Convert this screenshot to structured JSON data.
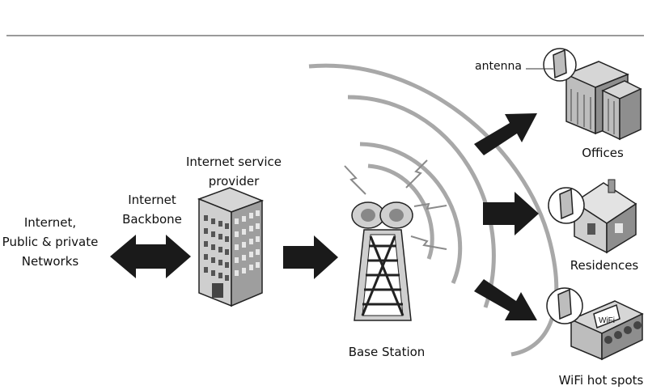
{
  "labels": {
    "internet_line1": "Internet,",
    "internet_line2": "Public & private",
    "internet_line3": "Networks",
    "backbone_line1": "Internet",
    "backbone_line2": "Backbone",
    "isp_line1": "Internet service",
    "isp_line2": "provider",
    "base_station": "Base Station",
    "antenna": "antenna",
    "offices": "Offices",
    "residences": "Residences",
    "wifi_hotspots": "WiFi hot spots",
    "wifi_sign": "WiFi"
  },
  "colors": {
    "arrow": "#1a1a1a",
    "wave": "#a8a8a8",
    "building_fill": "#bdbdbd",
    "divider": "#9a9a9a"
  }
}
